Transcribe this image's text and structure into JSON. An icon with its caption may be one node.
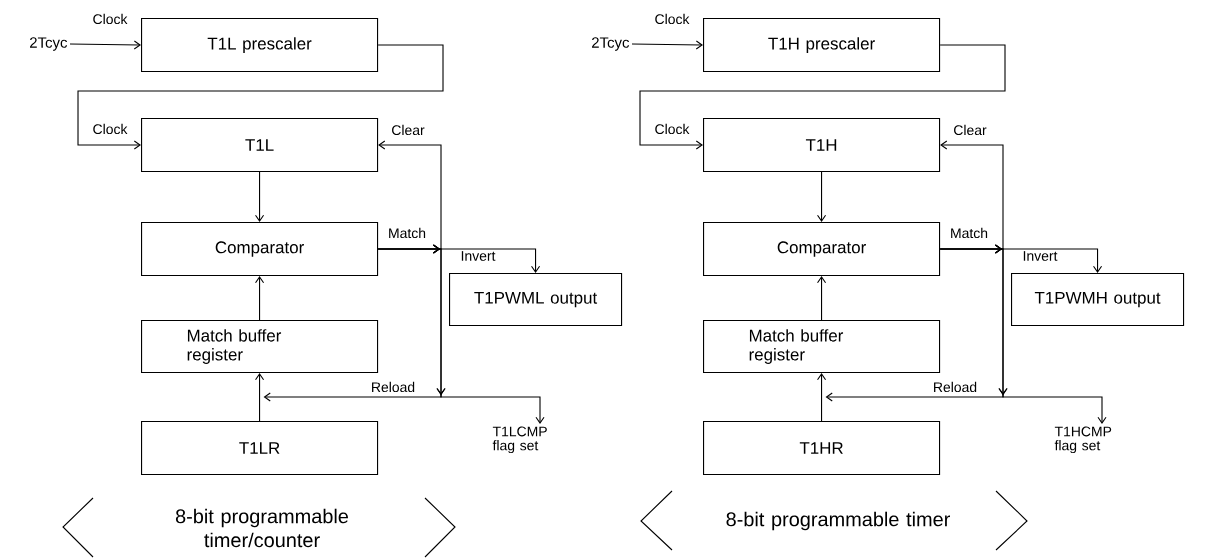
{
  "diagram": {
    "nodes": [
      {
        "text": [
          "2Tcyc"
        ]
      },
      {
        "text": [
          "T1L prescaler"
        ]
      },
      {
        "text": [
          "T1L"
        ]
      },
      {
        "text": [
          "Comparator"
        ]
      },
      {
        "text": [
          "T1PWML output"
        ]
      },
      {
        "text": [
          "Match buffer register"
        ]
      },
      {
        "text": [
          "T1LR"
        ]
      },
      {
        "text": [
          "T1LCMP flag set"
        ]
      },
      {
        "text": [
          "2Tcyc"
        ]
      },
      {
        "text": [
          "T1H prescaler"
        ]
      },
      {
        "text": [
          "T1H"
        ]
      },
      {
        "text": [
          "Comparator"
        ]
      },
      {
        "text": [
          "T1PWMH output"
        ]
      },
      {
        "text": [
          "Match buffer register"
        ]
      },
      {
        "text": [
          "T1HR"
        ]
      },
      {
        "text": [
          "T1HCMP flag set"
        ]
      }
    ],
    "edges": [
      {
        "from": 0,
        "to": 1,
        "arrow": "to",
        "label": "Clock"
      },
      {
        "from": 1,
        "to": 2,
        "arrow": "to",
        "label": "Clock"
      },
      {
        "from": 2,
        "to": 3,
        "arrow": "to"
      },
      {
        "from": 3,
        "to": 2,
        "arrow": "to",
        "label": "Clear"
      },
      {
        "from": 3,
        "to": 4,
        "arrow": "to",
        "label": "Invert"
      },
      {
        "from": 3,
        "to": 5,
        "arrow": "to",
        "label": "Reload"
      },
      {
        "from": 3,
        "to": 7,
        "arrow": "to"
      },
      {
        "from": 5,
        "to": 3,
        "arrow": "to"
      },
      {
        "from": 6,
        "to": 5,
        "arrow": "to"
      },
      {
        "from": 8,
        "to": 9,
        "arrow": "to",
        "label": "Clock"
      },
      {
        "from": 9,
        "to": 10,
        "arrow": "to",
        "label": "Clock"
      },
      {
        "from": 10,
        "to": 11,
        "arrow": "to"
      },
      {
        "from": 11,
        "to": 10,
        "arrow": "to",
        "label": "Clear"
      },
      {
        "from": 11,
        "to": 12,
        "arrow": "to",
        "label": "Invert"
      },
      {
        "from": 11,
        "to": 13,
        "arrow": "to",
        "label": "Reload"
      },
      {
        "from": 11,
        "to": 15,
        "arrow": "to"
      },
      {
        "from": 13,
        "to": 11,
        "arrow": "to"
      },
      {
        "from": 14,
        "to": 13,
        "arrow": "to"
      }
    ],
    "labels": [
      "Match",
      "Match",
      "8-bit programmable timer/counter",
      "8-bit programmable timer"
    ]
  }
}
